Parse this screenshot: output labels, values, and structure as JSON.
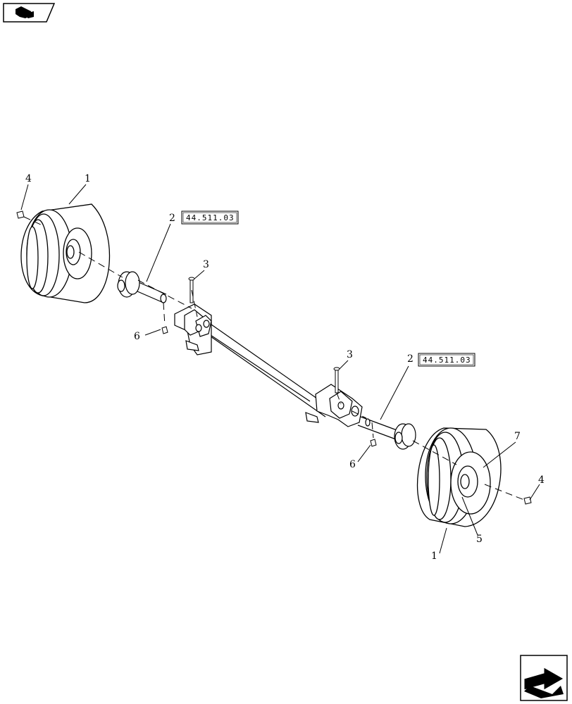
{
  "navigation": {
    "prev_icon": "back-arrow-icon",
    "next_icon": "forward-arrow-icon"
  },
  "callouts": {
    "c1_left": "1",
    "c1_right": "1",
    "c2_left": "2",
    "c2_right": "2",
    "c3_left": "3",
    "c3_right": "3",
    "c4_left": "4",
    "c4_right": "4",
    "c5": "5",
    "c6_left": "6",
    "c6_right": "6",
    "c7": "7"
  },
  "references": {
    "ref_left": "44.511.03",
    "ref_right": "44.511.03"
  }
}
